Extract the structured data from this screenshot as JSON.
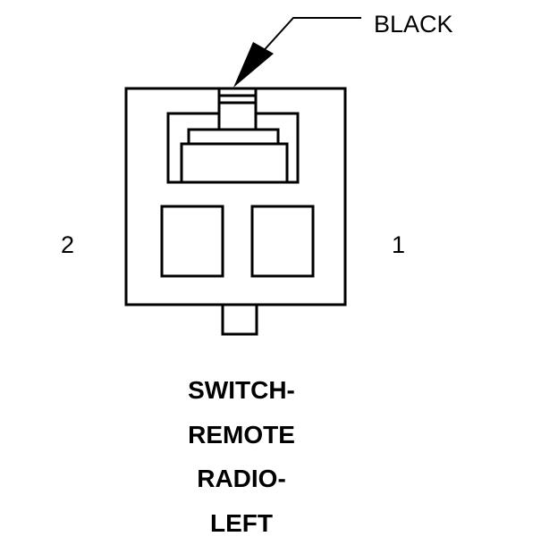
{
  "connector": {
    "color_callout": "BLACK",
    "pins": [
      {
        "number": "2",
        "side": "left"
      },
      {
        "number": "1",
        "side": "right"
      }
    ],
    "caption_lines": [
      "SWITCH-",
      "REMOTE",
      "RADIO-",
      "LEFT"
    ]
  },
  "colors": {
    "line": "#000000",
    "background": "#ffffff"
  }
}
